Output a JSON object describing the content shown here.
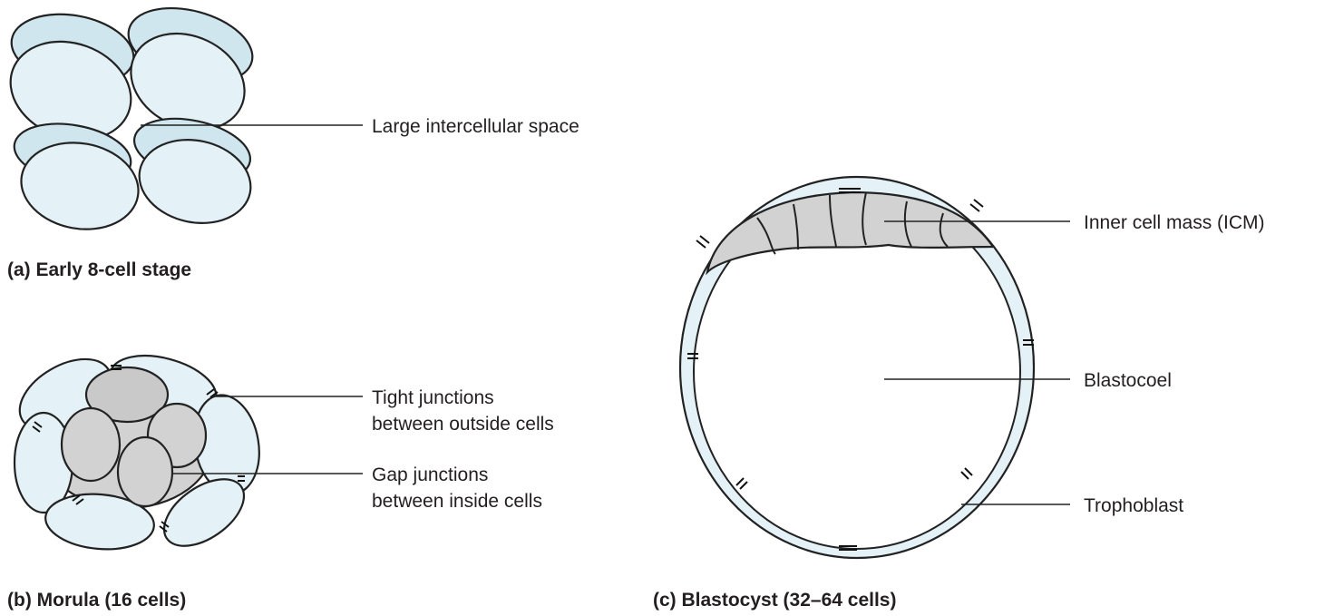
{
  "panels": {
    "a": {
      "caption": "(a) Early 8-cell stage",
      "labels": [
        "Large intercellular space"
      ]
    },
    "b": {
      "caption": "(b) Morula (16 cells)",
      "labels": [
        {
          "line1": "Tight junctions",
          "line2": "between outside cells"
        },
        {
          "line1": "Gap junctions",
          "line2": "between inside cells"
        }
      ]
    },
    "c": {
      "caption": "(c) Blastocyst (32–64 cells)",
      "labels": [
        "Inner cell mass (ICM)",
        "Blastocoel",
        "Trophoblast"
      ]
    }
  },
  "colors": {
    "cell_fill": "#e4f1f6",
    "inner_fill": "#d2d2d2",
    "ink": "#231f20"
  }
}
